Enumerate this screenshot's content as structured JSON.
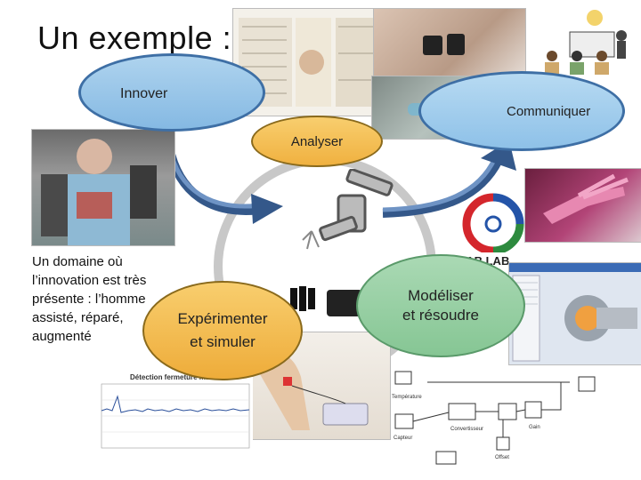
{
  "slide": {
    "title": "Un exemple :",
    "bubbles": {
      "innover": "Innover",
      "communiquer": "Communiquer",
      "analyser": "Analyser",
      "modeliser_line1": "Modéliser",
      "modeliser_line2": "et résoudre",
      "experimenter_line1": "Expérimenter",
      "experimenter_line2": "et simuler"
    },
    "domain_text": [
      "Un domaine où",
      "l’innovation est très",
      "présente : l’homme",
      "assisté, réparé,",
      "augmenté"
    ],
    "fablab_label": "FAB LAB",
    "chart_caption": "Détection fermeture main",
    "diagram_labels": {
      "temperature": "Température",
      "capteur": "Capteur",
      "convertisseur": "Convertisseur",
      "gain": "Gain",
      "offset": "Offset"
    }
  },
  "colors": {
    "blue_bubble": "#8ec1e8",
    "orange_bubble": "#f0b140",
    "green_bubble": "#86c694",
    "arrow": "#3a5f8f",
    "cycle_ring": "#c8c8c8"
  },
  "icons": {
    "presentation": "presentation-audience-icon",
    "fablab": "fablab-logo-icon"
  }
}
